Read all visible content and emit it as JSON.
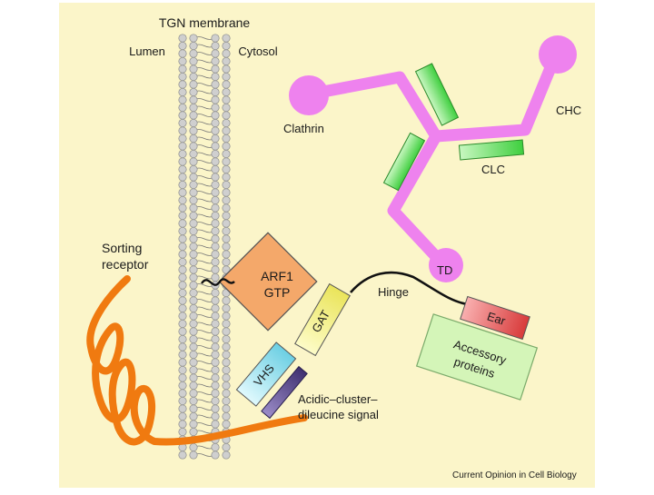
{
  "labels": {
    "title": "TGN membrane",
    "lumen": "Lumen",
    "cytosol": "Cytosol",
    "clathrin": "Clathrin",
    "chc": "CHC",
    "clc": "CLC",
    "td": "TD",
    "sorting_line1": "Sorting",
    "sorting_line2": "receptor",
    "arf1_line1": "ARF1",
    "arf1_line2": "GTP",
    "hinge": "Hinge",
    "gat": "GAT",
    "ear": "Ear",
    "vhs": "VHS",
    "accessory_line1": "Accessory",
    "accessory_line2": "proteins",
    "acidic_line1": "Acidic–cluster–",
    "acidic_line2": "dileucine signal",
    "credit": "Current Opinion in Cell Biology"
  },
  "colors": {
    "panel": "#fbf5c9",
    "membrane": "#c8c8c8",
    "clathrin": "#ee82ee",
    "clc": "#55dd55",
    "arf1": "#f4a86a",
    "gat": "#f3f08a",
    "vhs": "#9fe3ef",
    "ear": "#ee5555",
    "accessory": "#d4f5b8",
    "signal": "#5b4a8c",
    "receptor": "#f07a10"
  }
}
